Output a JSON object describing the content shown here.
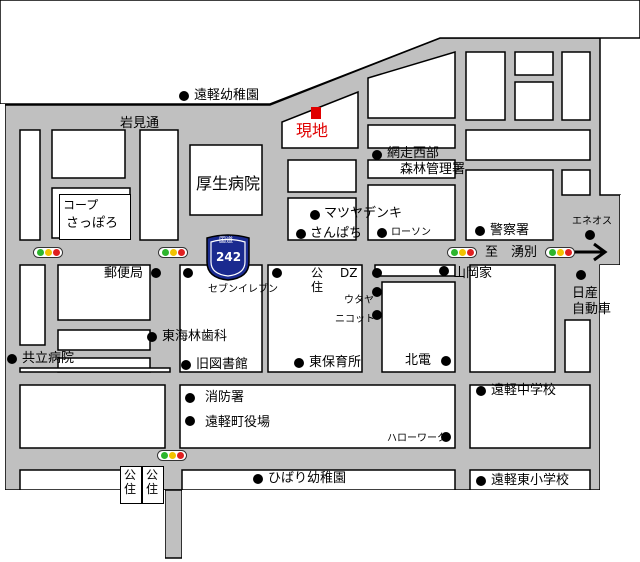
{
  "site": {
    "label": "現地",
    "marker_color": "#e00000"
  },
  "route": {
    "operator": "国道",
    "number": "242"
  },
  "roads": {
    "iwamido": "岩見通",
    "east_direction": "至　湧別"
  },
  "places": {
    "engaru_kindergarten": "遠軽幼稚園",
    "kosei_hospital": "厚生病院",
    "coop_line1": "コープ",
    "coop_line2": "さっぽろ",
    "abashiri_forest_line1": "網走西部",
    "abashiri_forest_line2": "森林管理署",
    "matsuya_denki": "マツヤデンキ",
    "sanpachi": "さんぱち",
    "lawson": "ローソン",
    "police": "警察署",
    "eneos": "エネオス",
    "post_office": "郵便局",
    "seven_eleven": "セブンイレブン",
    "dz": "DZ",
    "yamaoka": "山岡家",
    "nissan_line1": "日産",
    "nissan_line2": "自動車",
    "utaya": "ウタヤ",
    "nicott": "ニコット",
    "tokai_dental": "東海林歯科",
    "kyoritsu_hospital": "共立病院",
    "old_library": "旧図書館",
    "east_nursery": "東保育所",
    "hokuden": "北電",
    "fire_station": "消防署",
    "engaru_junior_high": "遠軽中学校",
    "town_hall": "遠軽町役場",
    "hello_work": "ハローワーク",
    "hibari_kindergarten": "ひばり幼稚園",
    "engaru_east_elementary": "遠軽東小学校",
    "public_housing_a": "公住",
    "public_housing_b": "公住",
    "public_housing_c": "公住"
  },
  "colors": {
    "road": "#c0c0c0",
    "road_outline": "#000000",
    "route_shield": "#1a2a8f"
  }
}
